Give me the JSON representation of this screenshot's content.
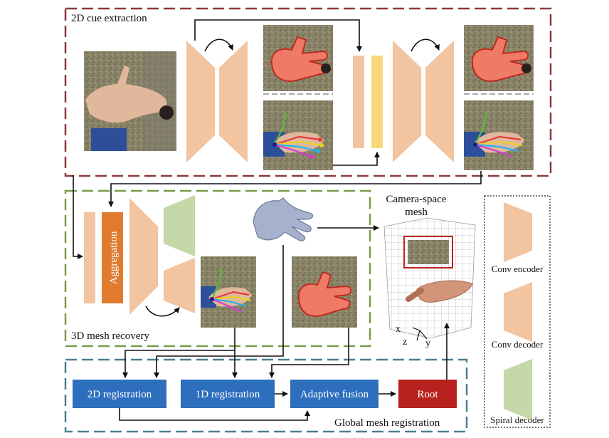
{
  "sections": {
    "cue_extraction": "2D cue extraction",
    "mesh_recovery": "3D mesh recovery",
    "global_registration": "Global mesh registration"
  },
  "blocks": {
    "aggregation": "Aggregation",
    "camera_mesh_line1": "Camera-space",
    "camera_mesh_line2": "mesh",
    "registration_2d": "2D  registration",
    "registration_1d": "1D  registration",
    "adaptive_fusion": "Adaptive fusion",
    "root": "Root"
  },
  "axes": {
    "x": "x",
    "y": "y",
    "z": "z"
  },
  "legend": {
    "conv_encoder": "Conv encoder",
    "conv_decoder": "Conv decoder",
    "spiral_decoder": "Spiral decoder"
  },
  "colors": {
    "section1_border": "#8b3a3a",
    "section2_border": "#7a9a4a",
    "section3_border": "#4a7f8f",
    "encoder": "#f2c4a0",
    "spiral": "#c5d8a8",
    "aggregation": "#e07a2e",
    "yellow_bar": "#f8d97a",
    "blue_block": "#2d6fbd",
    "root_block": "#b8221e"
  },
  "icons": [
    "hand-photo",
    "mask-image",
    "keypoint-image",
    "hand-mesh",
    "camera-mesh-grid"
  ]
}
